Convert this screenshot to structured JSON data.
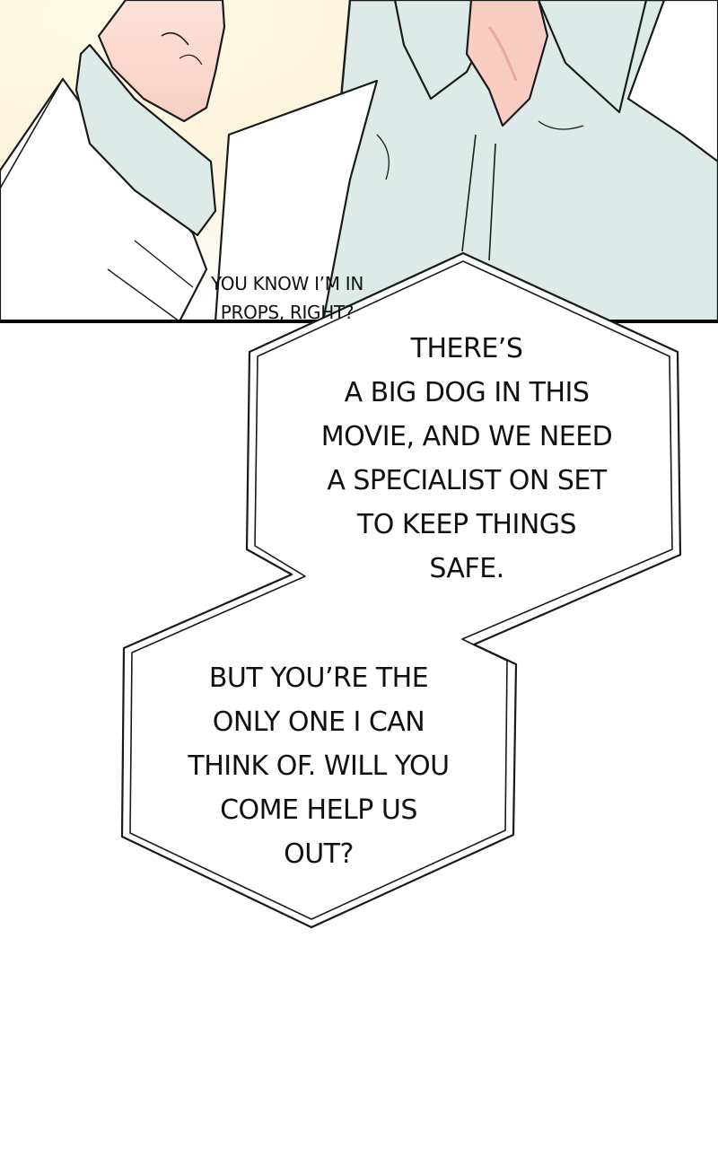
{
  "panel_top": {
    "caption_lines": [
      "YOU KNOW I’M IN",
      "PROPS, RIGHT?"
    ]
  },
  "bubble_upper": {
    "lines": [
      "THERE’S",
      "A BIG DOG IN THIS",
      "MOVIE, AND WE NEED",
      "A SPECIALIST ON SET",
      "TO KEEP THINGS",
      "SAFE."
    ]
  },
  "bubble_lower": {
    "lines": [
      "BUT YOU’RE THE",
      "ONLY ONE I CAN",
      "THINK OF. WILL YOU",
      "COME HELP US",
      "OUT?"
    ]
  },
  "colors": {
    "shirt": "#dcebe8",
    "skin": "#fbdcd2",
    "background_glow": "#fbf6dc",
    "ink": "#111111",
    "panel_border": "#000000"
  }
}
